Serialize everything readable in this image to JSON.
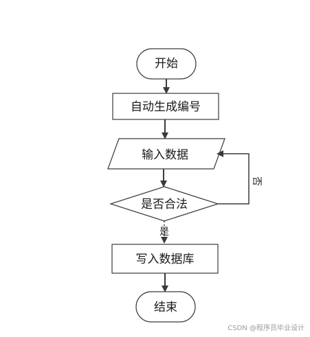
{
  "diagram": {
    "nodes": {
      "start": "开始",
      "generate_id": "自动生成编号",
      "input_data": "输入数据",
      "is_valid": "是否合法",
      "write_db": "写入数据库",
      "end": "结束"
    },
    "edges": {
      "yes_label": "是",
      "no_label": "否"
    }
  },
  "watermark": "CSDN @程序员毕业设计",
  "colors": {
    "stroke": "#3a3a3a",
    "node_fill": "#ffffff",
    "text": "#1a1a1a",
    "watermark": "#9a9a9a"
  }
}
